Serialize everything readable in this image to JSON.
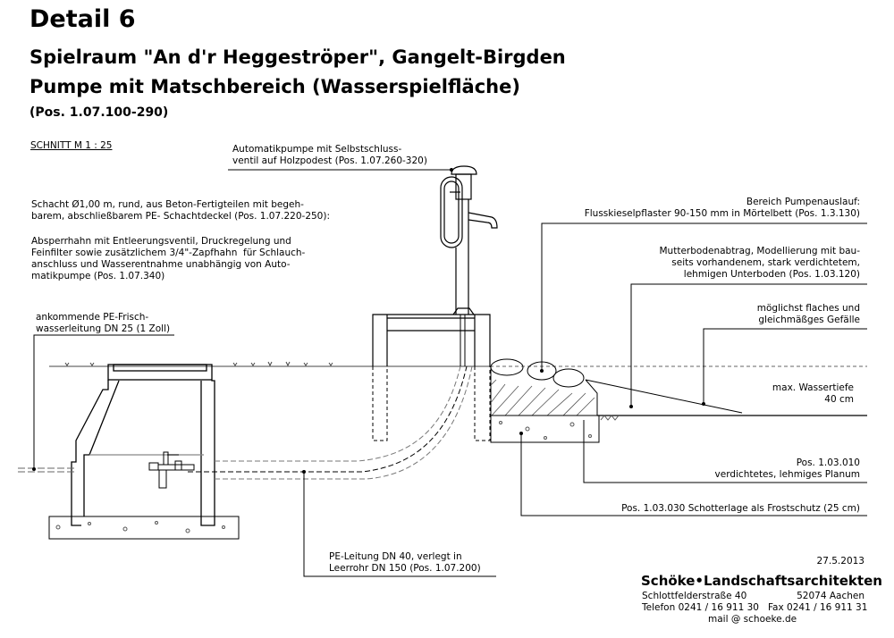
{
  "header": {
    "title": "Detail 6",
    "subtitle1": "Spielraum \"An d'r Heggeströper\", Gangelt-Birgden",
    "subtitle2": "Pumpe mit Matschbereich (Wasserspielfläche)",
    "position": "(Pos. 1.07.100-290)",
    "scale": "SCHNITT M 1 : 25"
  },
  "labels": {
    "pump": [
      "Automatikpumpe mit Selbstschluss-",
      "ventil auf Holzpodest (Pos. 1.07.260-320)"
    ],
    "shaft": [
      "Schacht Ø1,00 m, rund, aus Beton-Fertigteilen mit begeh-",
      "barem, abschließbarem PE- Schachtdeckel (Pos. 1.07.220-250):"
    ],
    "valve": [
      "Absperrhahn mit Entleerungsventil, Druckregelung und",
      "Feinfilter sowie zusätzlichem 3/4\"-Zapfhahn  für Schlauch-",
      "anschluss und Wasserentnahme unabhängig von Auto-",
      "matikpumpe (Pos. 1.07.340)"
    ],
    "supply": [
      "ankommende PE-Frisch-",
      "wasserleitung DN 25 (1 Zoll)"
    ],
    "outlet": [
      "Bereich Pumpenauslauf:",
      "Flusskieselpflaster 90-150 mm in Mörtelbett (Pos. 1.3.130)"
    ],
    "topsoil": [
      "Mutterbodenabtrag, Modellierung mit bau-",
      "seits vorhandenem, stark verdichtetem,",
      "lehmigen Unterboden (Pos. 1.03.120)"
    ],
    "slope": [
      "möglichst flaches und",
      "gleichmäßges Gefälle"
    ],
    "depth": [
      "max. Wassertiefe",
      "40 cm"
    ],
    "subgrade": [
      "Pos. 1.03.010",
      "verdichtetes, lehmiges Planum"
    ],
    "gravel": "Pos. 1.03.030 Schotterlage als Frostschutz (25 cm)",
    "pipe": [
      "PE-Leitung DN 40, verlegt in",
      "Leerrohr DN 150 (Pos. 1.07.200)"
    ]
  },
  "footer": {
    "date": "27.5.2013",
    "company": "Schöke•Landschaftsarchitekten",
    "street": "Schlottfelderstraße 40",
    "city": "52074 Aachen",
    "phone": "Telefon 0241 / 16 911 30   Fax 0241 / 16 911 31",
    "mail": "mail @ schoeke.de"
  }
}
